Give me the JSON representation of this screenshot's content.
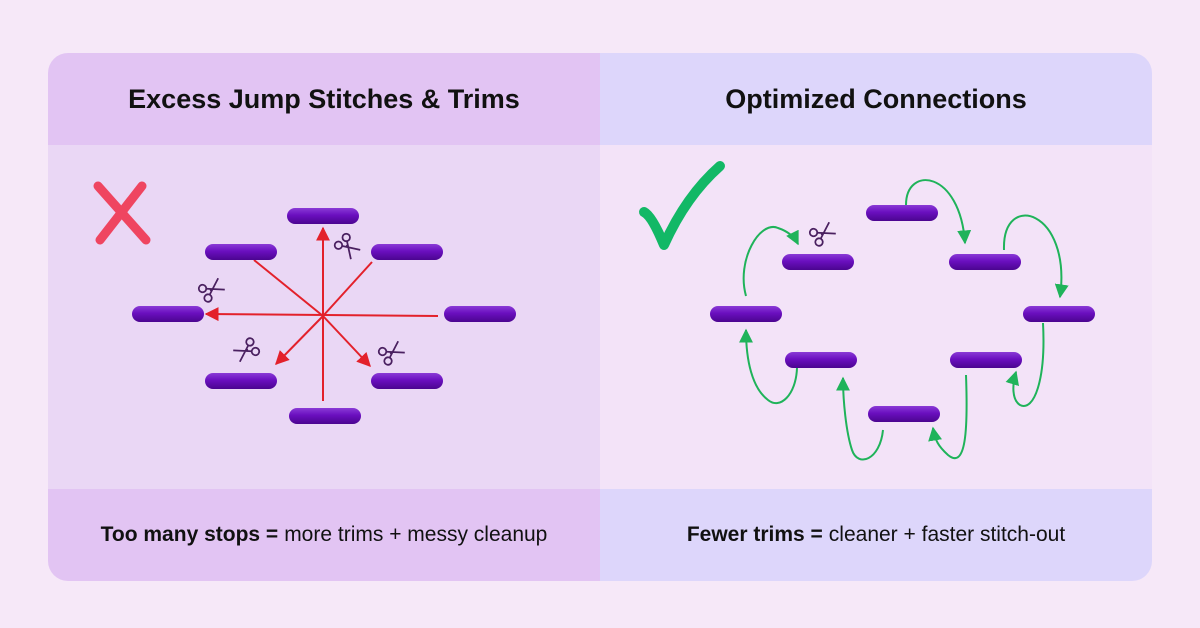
{
  "left_panel": {
    "title": "Excess Jump Stitches & Trims",
    "caption_bold": "Too many stops =",
    "caption_text": "more trims + messy cleanup",
    "mark": "x-mark-icon",
    "arrow_color": "#e3212b",
    "mark_color": "#ef4560"
  },
  "right_panel": {
    "title": "Optimized Connections",
    "caption_bold": "Fewer trims =",
    "caption_text": "cleaner + faster stitch-out",
    "mark": "checkmark-icon",
    "arrow_color": "#1fb35a",
    "mark_color": "#12b866"
  },
  "colors": {
    "background": "#f6e8f8",
    "stitch_bar": "#6a0fbf",
    "scissors": "#5a2d6b"
  }
}
